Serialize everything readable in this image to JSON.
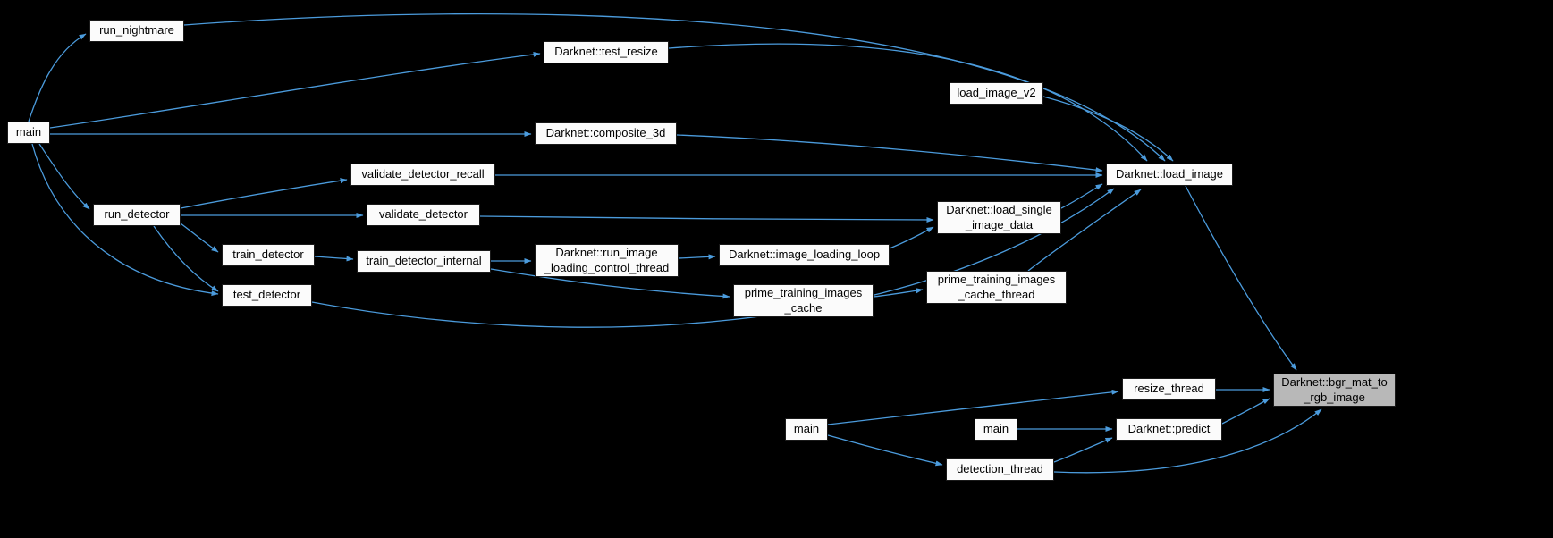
{
  "colors": {
    "bg": "#000000",
    "edge": "#4b9bdc",
    "node_fill": "#fbfbfb",
    "node_border": "#1a1a1a",
    "node_text": "#000000",
    "focus_fill": "#b8b8b8"
  },
  "nodes": [
    {
      "id": "run_nightmare",
      "label": "run_nightmare"
    },
    {
      "id": "main",
      "label": "main"
    },
    {
      "id": "test_resize",
      "label": "Darknet::test_resize"
    },
    {
      "id": "load_image_v2",
      "label": "load_image_v2"
    },
    {
      "id": "composite_3d",
      "label": "Darknet::composite_3d"
    },
    {
      "id": "validate_detector_recall",
      "label": "validate_detector_recall"
    },
    {
      "id": "load_image",
      "label": "Darknet::load_image"
    },
    {
      "id": "run_detector",
      "label": "run_detector"
    },
    {
      "id": "validate_detector",
      "label": "validate_detector"
    },
    {
      "id": "load_single_image_data",
      "label": "Darknet::load_single\n_image_data"
    },
    {
      "id": "train_detector",
      "label": "train_detector"
    },
    {
      "id": "train_detector_internal",
      "label": "train_detector_internal"
    },
    {
      "id": "run_image_loading_control_thread",
      "label": "Darknet::run_image\n_loading_control_thread"
    },
    {
      "id": "image_loading_loop",
      "label": "Darknet::image_loading_loop"
    },
    {
      "id": "test_detector",
      "label": "test_detector"
    },
    {
      "id": "prime_training_images_cache",
      "label": "prime_training_images\n_cache"
    },
    {
      "id": "prime_training_images_cache_thread",
      "label": "prime_training_images\n_cache_thread"
    },
    {
      "id": "bgr_mat_to_rgb_image",
      "label": "Darknet::bgr_mat_to\n_rgb_image"
    },
    {
      "id": "resize_thread",
      "label": "resize_thread"
    },
    {
      "id": "main_2",
      "label": "main"
    },
    {
      "id": "main_3",
      "label": "main"
    },
    {
      "id": "predict",
      "label": "Darknet::predict"
    },
    {
      "id": "detection_thread",
      "label": "detection_thread"
    }
  ],
  "edges": [
    {
      "from": "main",
      "to": "run_nightmare"
    },
    {
      "from": "main",
      "to": "test_resize"
    },
    {
      "from": "main",
      "to": "composite_3d"
    },
    {
      "from": "main",
      "to": "run_detector"
    },
    {
      "from": "main",
      "to": "test_detector"
    },
    {
      "from": "run_nightmare",
      "to": "load_image"
    },
    {
      "from": "test_resize",
      "to": "load_image"
    },
    {
      "from": "load_image_v2",
      "to": "load_image"
    },
    {
      "from": "composite_3d",
      "to": "load_image"
    },
    {
      "from": "validate_detector_recall",
      "to": "load_image"
    },
    {
      "from": "run_detector",
      "to": "validate_detector_recall"
    },
    {
      "from": "run_detector",
      "to": "validate_detector"
    },
    {
      "from": "run_detector",
      "to": "train_detector"
    },
    {
      "from": "run_detector",
      "to": "test_detector"
    },
    {
      "from": "validate_detector",
      "to": "load_single_image_data"
    },
    {
      "from": "train_detector",
      "to": "train_detector_internal"
    },
    {
      "from": "train_detector_internal",
      "to": "run_image_loading_control_thread"
    },
    {
      "from": "train_detector_internal",
      "to": "prime_training_images_cache"
    },
    {
      "from": "run_image_loading_control_thread",
      "to": "image_loading_loop"
    },
    {
      "from": "image_loading_loop",
      "to": "load_single_image_data"
    },
    {
      "from": "load_single_image_data",
      "to": "load_image"
    },
    {
      "from": "prime_training_images_cache",
      "to": "prime_training_images_cache_thread"
    },
    {
      "from": "prime_training_images_cache_thread",
      "to": "load_image"
    },
    {
      "from": "test_detector",
      "to": "load_image"
    },
    {
      "from": "load_image",
      "to": "bgr_mat_to_rgb_image"
    },
    {
      "from": "resize_thread",
      "to": "bgr_mat_to_rgb_image"
    },
    {
      "from": "main_2",
      "to": "resize_thread"
    },
    {
      "from": "main_2",
      "to": "detection_thread"
    },
    {
      "from": "main_3",
      "to": "predict"
    },
    {
      "from": "detection_thread",
      "to": "predict"
    },
    {
      "from": "predict",
      "to": "bgr_mat_to_rgb_image"
    },
    {
      "from": "detection_thread",
      "to": "bgr_mat_to_rgb_image"
    }
  ]
}
